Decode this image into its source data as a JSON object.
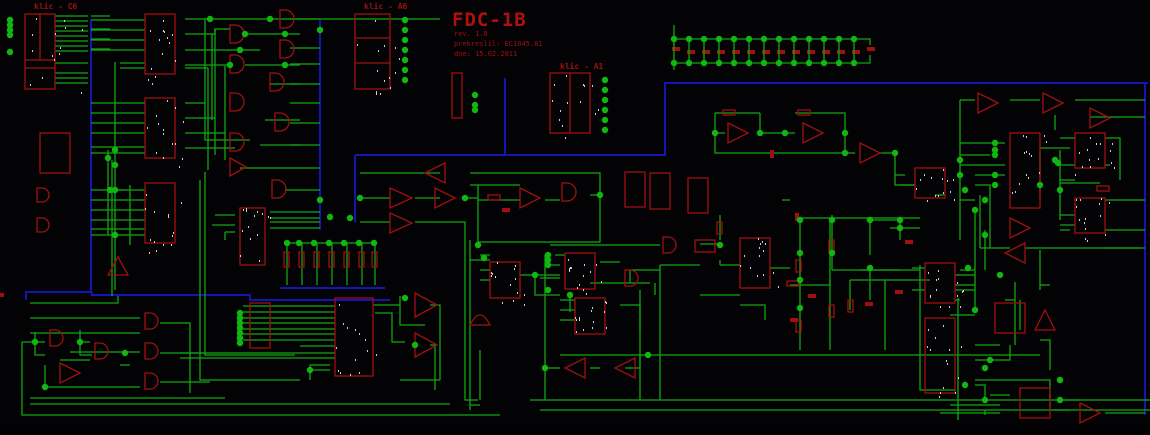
{
  "schematic": {
    "title": "FDC-1B",
    "revision": "rev. 1.8",
    "redrawn_by": "prekreslil: EC1045.81",
    "date": "dne: 15.02.2011",
    "connectors": [
      {
        "id": "c6",
        "label": "klic - C6"
      },
      {
        "id": "a6",
        "label": "klic - A6"
      },
      {
        "id": "a1",
        "label": "klic - A1"
      }
    ],
    "colors": {
      "background": "#030305",
      "component": "#a01010",
      "wire": "#11a611",
      "junction": "#11b611",
      "bus": "#1010b0",
      "pin_text": "#d0d0d0"
    }
  }
}
